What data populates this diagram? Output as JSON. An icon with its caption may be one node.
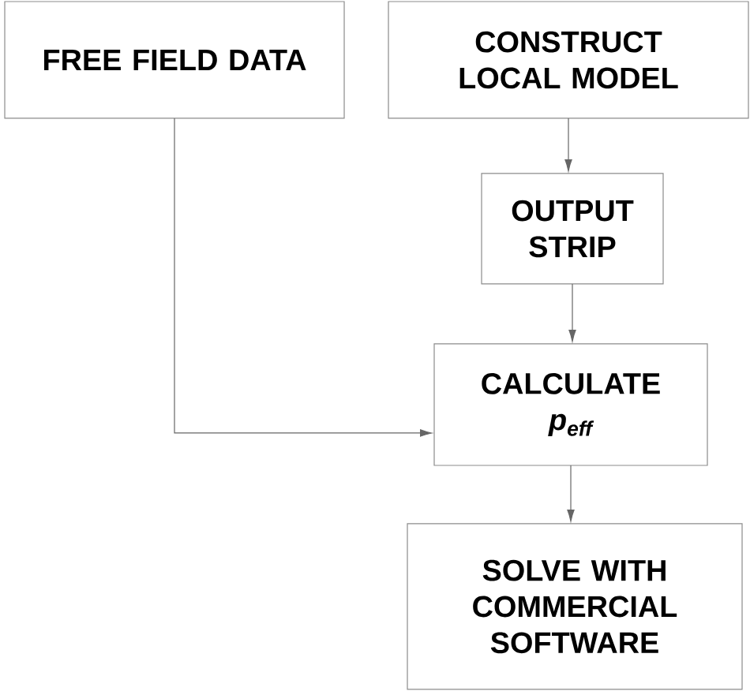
{
  "diagram": {
    "nodes": [
      {
        "text": [
          "FREE FIELD DATA"
        ]
      },
      {
        "text": [
          "CONSTRUCT LOCAL MODEL"
        ]
      },
      {
        "text": [
          "OUTPUT STRIP"
        ]
      },
      {
        "text": [
          "CALCULATE",
          "p$_{eff}$"
        ]
      },
      {
        "text": [
          "SOLVE WITH COMMERCIAL SOFTWARE"
        ]
      }
    ],
    "edges": [
      {
        "from": 1,
        "to": 2,
        "arrow": "to"
      },
      {
        "from": 2,
        "to": 3,
        "arrow": "to"
      },
      {
        "from": 0,
        "to": 3,
        "arrow": "to"
      },
      {
        "from": 3,
        "to": 4,
        "arrow": "to"
      }
    ]
  }
}
